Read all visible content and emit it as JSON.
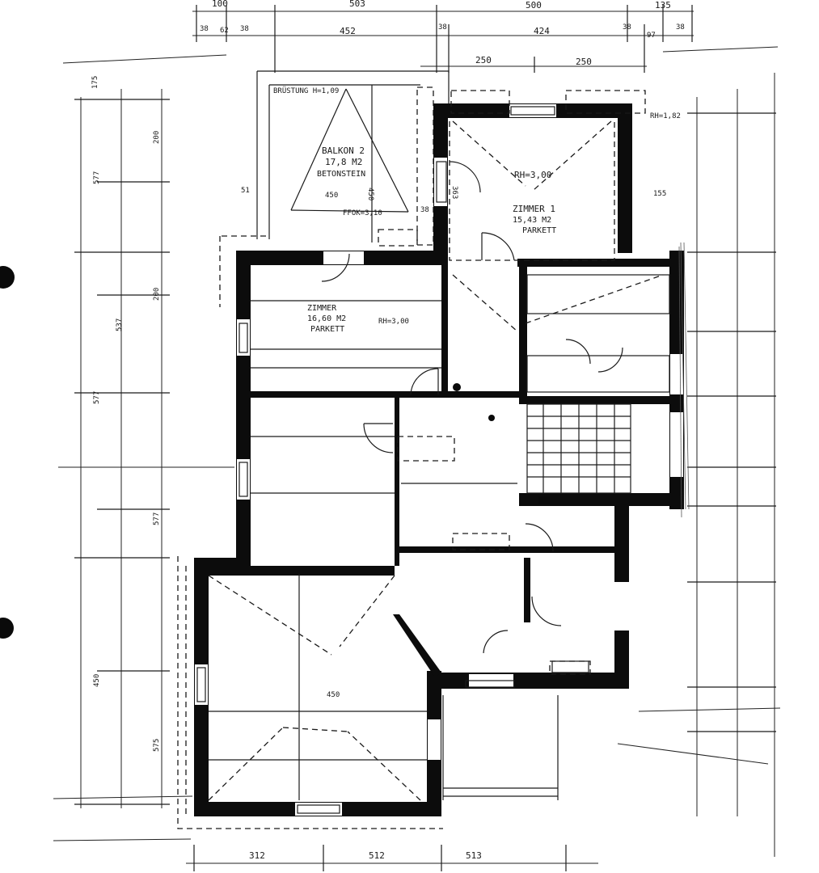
{
  "dimensions_top_row1": [
    "100",
    "503",
    "500",
    "135"
  ],
  "dimensions_top_row2": [
    "38",
    "62",
    "38",
    "452",
    "38",
    "424",
    "38",
    "97",
    "38"
  ],
  "dimensions_top_row3": [
    "250",
    "250"
  ],
  "dimensions_bottom": [
    "312",
    "512",
    "513"
  ],
  "balcony": {
    "parapet": "BRÜSTUNG H=1,09",
    "name": "BALKON 2",
    "area": "17,8 M2",
    "material": "BETONSTEIN",
    "width": "450",
    "height": "450",
    "level": "FFOK=3,10"
  },
  "zimmer1": {
    "height": "RH=3,00",
    "name": "ZIMMER 1",
    "area": "15,43 M2",
    "floor": "PARKETT"
  },
  "zimmer2": {
    "name": "ZIMMER",
    "area": "16,60 M2",
    "floor": "PARKETT",
    "height": "RH=3,00"
  },
  "rh_label": "RH=1,82",
  "side_dims": [
    "175",
    "200",
    "577",
    "200",
    "537",
    "577",
    "577",
    "450",
    "575"
  ],
  "misc_labels": [
    "363",
    "38",
    "155",
    "51",
    "450"
  ]
}
